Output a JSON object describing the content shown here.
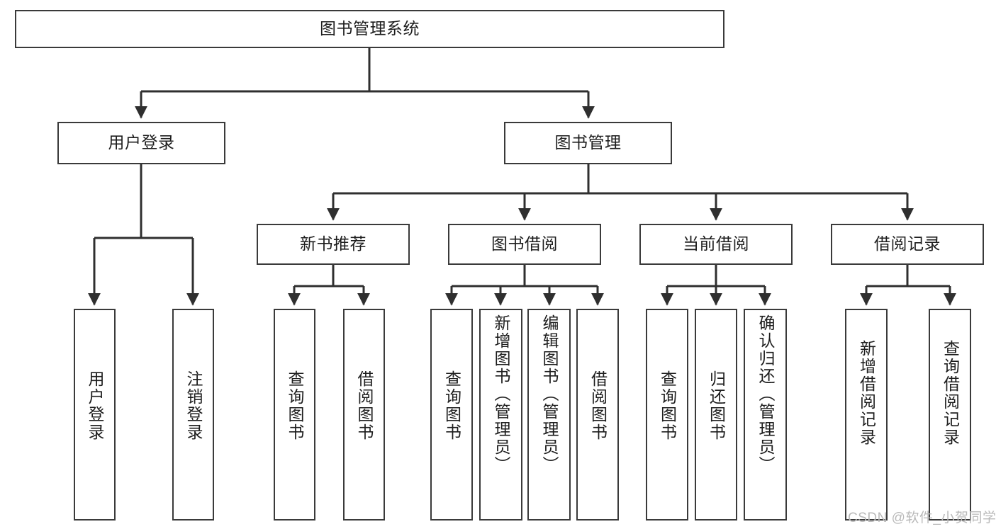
{
  "diagram": {
    "type": "tree-hierarchy-chart",
    "title_node": {
      "id": "root",
      "label": "图书管理系统"
    },
    "levels": [
      {
        "level": 1,
        "nodes": [
          {
            "id": "root",
            "label": "图书管理系统",
            "orientation": "horizontal"
          }
        ]
      },
      {
        "level": 2,
        "nodes": [
          {
            "id": "user-login",
            "label": "用户登录",
            "orientation": "horizontal",
            "parent": "root"
          },
          {
            "id": "book-manage",
            "label": "图书管理",
            "orientation": "horizontal",
            "parent": "root"
          }
        ]
      },
      {
        "level": 3,
        "nodes": [
          {
            "id": "new-book-recommend",
            "label": "新书推荐",
            "orientation": "horizontal",
            "parent": "book-manage"
          },
          {
            "id": "book-borrow",
            "label": "图书借阅",
            "orientation": "horizontal",
            "parent": "book-manage"
          },
          {
            "id": "current-borrow",
            "label": "当前借阅",
            "orientation": "horizontal",
            "parent": "book-manage"
          },
          {
            "id": "borrow-record",
            "label": "借阅记录",
            "orientation": "horizontal",
            "parent": "book-manage"
          }
        ]
      },
      {
        "level": 4,
        "nodes": [
          {
            "id": "leaf-user-login",
            "label": "用户登录",
            "orientation": "vertical",
            "parent": "user-login"
          },
          {
            "id": "leaf-logout",
            "label": "注销登录",
            "orientation": "vertical",
            "parent": "user-login"
          },
          {
            "id": "leaf-query-book-1",
            "label": "查询图书",
            "orientation": "vertical",
            "parent": "new-book-recommend"
          },
          {
            "id": "leaf-borrow-book-1",
            "label": "借阅图书",
            "orientation": "vertical",
            "parent": "new-book-recommend"
          },
          {
            "id": "leaf-query-book-2",
            "label": "查询图书",
            "orientation": "vertical",
            "parent": "book-borrow"
          },
          {
            "id": "leaf-add-book",
            "label": "新增图书（管理员）",
            "orientation": "vertical",
            "parent": "book-borrow"
          },
          {
            "id": "leaf-edit-book",
            "label": "编辑图书（管理员）",
            "orientation": "vertical",
            "parent": "book-borrow"
          },
          {
            "id": "leaf-borrow-book-2",
            "label": "借阅图书",
            "orientation": "vertical",
            "parent": "book-borrow"
          },
          {
            "id": "leaf-query-book-3",
            "label": "查询图书",
            "orientation": "vertical",
            "parent": "current-borrow"
          },
          {
            "id": "leaf-return-book",
            "label": "归还图书",
            "orientation": "vertical",
            "parent": "current-borrow"
          },
          {
            "id": "leaf-confirm-return",
            "label": "确认归还（管理员）",
            "orientation": "vertical",
            "parent": "current-borrow"
          },
          {
            "id": "leaf-add-record",
            "label": "新增借阅记录",
            "orientation": "vertical",
            "parent": "borrow-record"
          },
          {
            "id": "leaf-query-record",
            "label": "查询借阅记录",
            "orientation": "vertical",
            "parent": "borrow-record"
          }
        ]
      }
    ],
    "labels": {
      "root": "图书管理系统",
      "user_login": "用户登录",
      "book_manage": "图书管理",
      "new_book_recommend": "新书推荐",
      "book_borrow": "图书借阅",
      "current_borrow": "当前借阅",
      "borrow_record": "借阅记录",
      "leaf_user_login": "用户登录",
      "leaf_logout": "注销登录",
      "leaf_query_book_1": "查询图书",
      "leaf_borrow_book_1": "借阅图书",
      "leaf_query_book_2": "查询图书",
      "leaf_add_book": "新增图书（管理员）",
      "leaf_edit_book": "编辑图书（管理员）",
      "leaf_borrow_book_2": "借阅图书",
      "leaf_query_book_3": "查询图书",
      "leaf_return_book": "归还图书",
      "leaf_confirm_return": "确认归还（管理员）",
      "leaf_add_record": "新增借阅记录",
      "leaf_query_record": "查询借阅记录"
    },
    "colors": {
      "box_border": "#3a3a3a",
      "box_fill": "#ffffff",
      "connector": "#2f2f2f",
      "text": "#1d1d1d",
      "watermark": "#b9b9b9",
      "background": "#ffffff"
    }
  },
  "watermark": {
    "text": "CSDN @软件_小贺同学"
  }
}
